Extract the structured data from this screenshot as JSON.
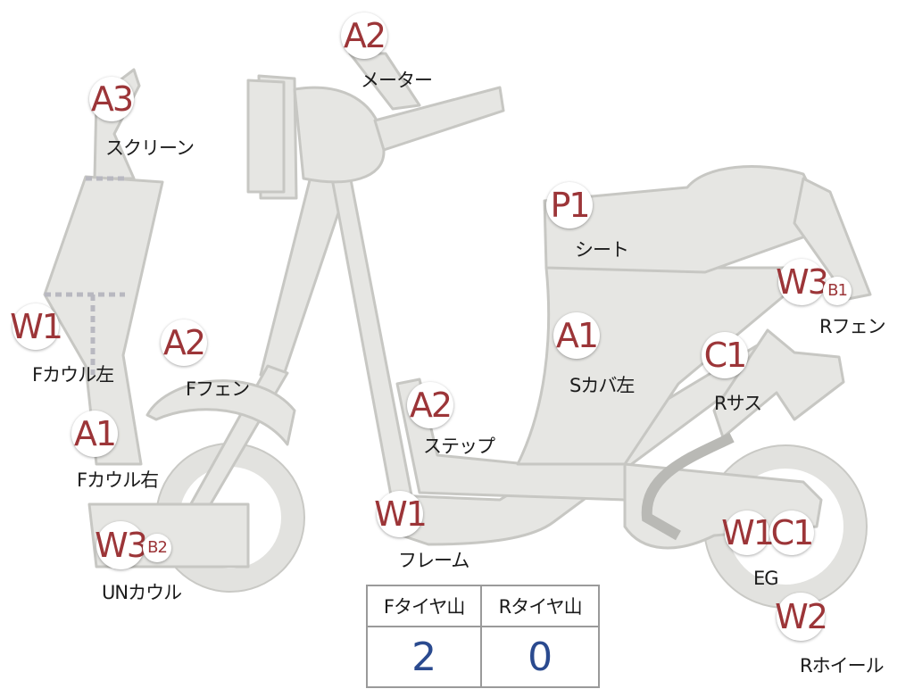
{
  "parts": [
    {
      "id": "screen",
      "code": "A3",
      "label": "スクリーン"
    },
    {
      "id": "meter",
      "code": "A2",
      "label": "メーター"
    },
    {
      "id": "f-cowl-left",
      "code": "W1",
      "label": "Fカウル左"
    },
    {
      "id": "f-fender",
      "code": "A2",
      "label": "Fフェン"
    },
    {
      "id": "f-cowl-right",
      "code": "A1",
      "label": "Fカウル右"
    },
    {
      "id": "un-cowl",
      "code": "W3",
      "sub": "B2",
      "label": "UNカウル"
    },
    {
      "id": "seat",
      "code": "P1",
      "label": "シート"
    },
    {
      "id": "s-cover-left",
      "code": "A1",
      "label": "Sカバ左"
    },
    {
      "id": "step",
      "code": "A2",
      "label": "ステップ"
    },
    {
      "id": "frame",
      "code": "W1",
      "label": "フレーム"
    },
    {
      "id": "r-fender",
      "code": "W3",
      "sub": "B1",
      "label": "Rフェン"
    },
    {
      "id": "r-suspension",
      "code": "C1",
      "label": "Rサス"
    },
    {
      "id": "engine",
      "code": "W1",
      "code2": "C1",
      "label": "EG"
    },
    {
      "id": "r-wheel",
      "code": "W2",
      "label": "Rホイール"
    }
  ],
  "tread_table": {
    "headers": [
      "Fタイヤ山",
      "Rタイヤ山"
    ],
    "values": [
      "2",
      "0"
    ]
  },
  "colors": {
    "code_text": "#9c3538",
    "value_text": "#2a4a8f",
    "part_fill": "#e6e6e3",
    "part_stroke": "#c7c7c3",
    "dashed_divider": "#b8b8c0"
  }
}
